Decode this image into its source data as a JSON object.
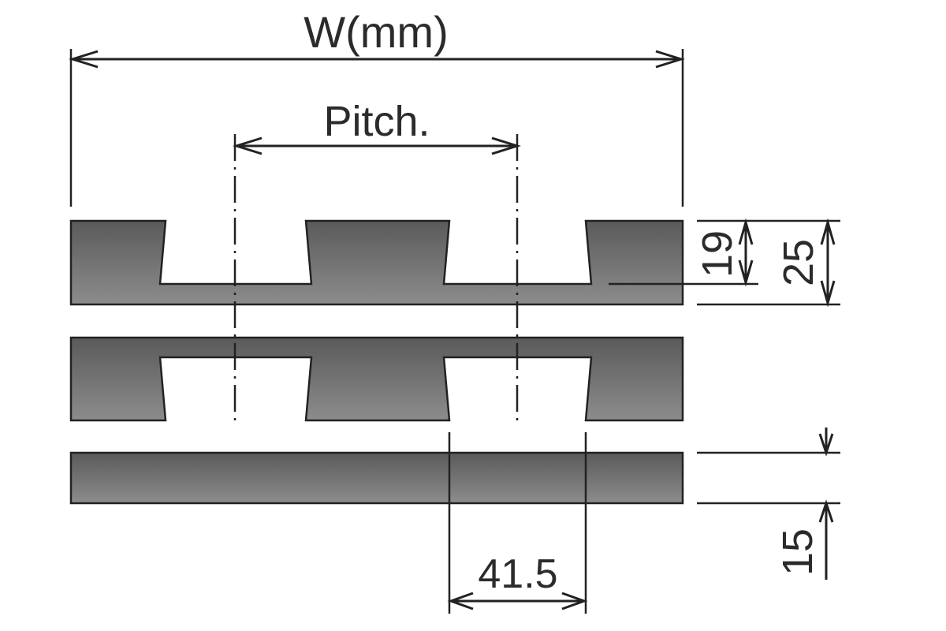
{
  "labels": {
    "width": "W(mm)",
    "pitch": "Pitch.",
    "dim_19": "19",
    "dim_25": "25",
    "dim_15": "15",
    "dim_41_5": "41.5"
  },
  "colors": {
    "part_fill_dark": "#4a4a4a",
    "part_fill_light": "#8a8a8a",
    "line": "#222222",
    "text": "#2b2b2b",
    "background": "#ffffff"
  }
}
